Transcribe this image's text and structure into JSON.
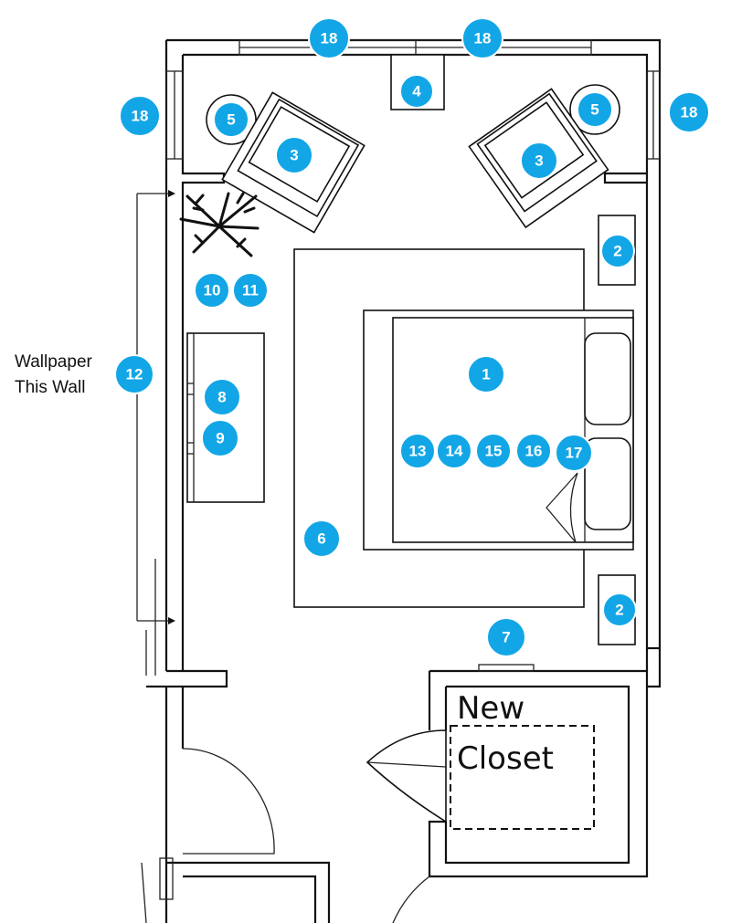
{
  "colors": {
    "badge": "#12a6e6",
    "line": "#111111",
    "background": "#ffffff"
  },
  "annotations": {
    "wallpaper_line1": "Wallpaper",
    "wallpaper_line2": "This Wall",
    "closet_line1": "New",
    "closet_line2": "Closet"
  },
  "badges": [
    {
      "id": "bed",
      "label": "1"
    },
    {
      "id": "nightstand-top",
      "label": "2"
    },
    {
      "id": "nightstand-bottom",
      "label": "2"
    },
    {
      "id": "armchair-left",
      "label": "3"
    },
    {
      "id": "armchair-right",
      "label": "3"
    },
    {
      "id": "window-table",
      "label": "4"
    },
    {
      "id": "side-table-left",
      "label": "5"
    },
    {
      "id": "side-table-right",
      "label": "5"
    },
    {
      "id": "rug",
      "label": "6"
    },
    {
      "id": "closet-fixture",
      "label": "7"
    },
    {
      "id": "dresser-a",
      "label": "8"
    },
    {
      "id": "dresser-b",
      "label": "9"
    },
    {
      "id": "plant-a",
      "label": "10"
    },
    {
      "id": "plant-b",
      "label": "11"
    },
    {
      "id": "wallpaper-wall",
      "label": "12"
    },
    {
      "id": "bedding-13",
      "label": "13"
    },
    {
      "id": "bedding-14",
      "label": "14"
    },
    {
      "id": "bedding-15",
      "label": "15"
    },
    {
      "id": "bedding-16",
      "label": "16"
    },
    {
      "id": "bedding-17",
      "label": "17"
    },
    {
      "id": "window-top-left",
      "label": "18"
    },
    {
      "id": "window-top-right",
      "label": "18"
    },
    {
      "id": "window-left",
      "label": "18"
    },
    {
      "id": "window-right",
      "label": "18"
    }
  ]
}
